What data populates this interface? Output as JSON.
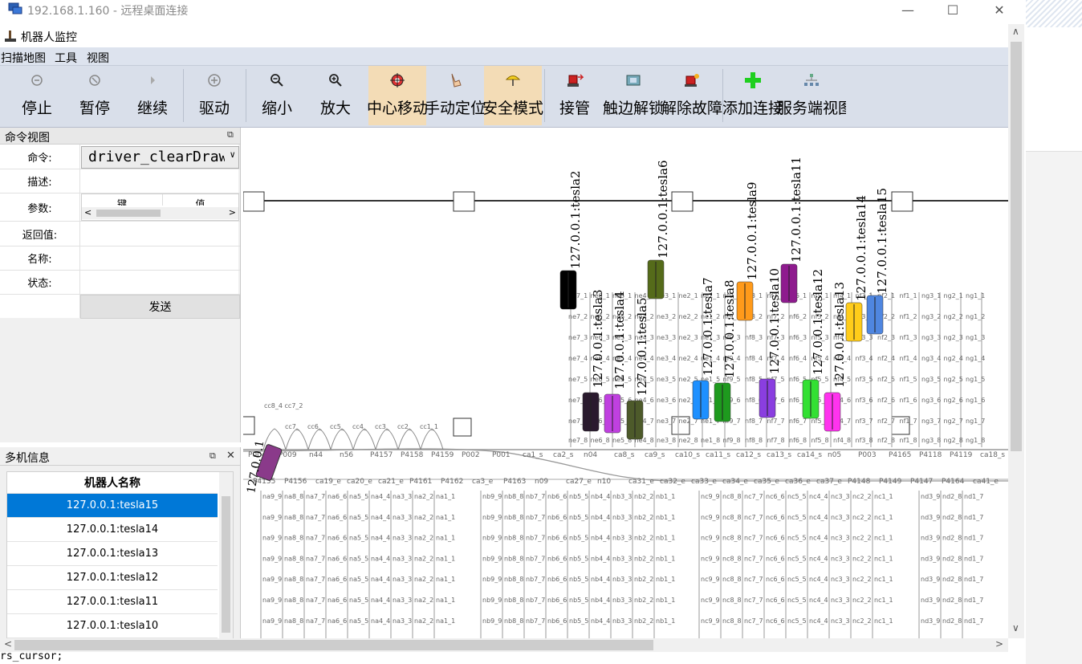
{
  "window": {
    "title": "192.168.1.160 - 远程桌面连接",
    "minimize": "—",
    "maximize": "☐",
    "close": "✕"
  },
  "app": {
    "title": "机器人监控"
  },
  "menu": [
    "扫描地图",
    "工具",
    "视图"
  ],
  "toolbar": [
    {
      "label": "停止",
      "icon": "stop-icon"
    },
    {
      "label": "暂停",
      "icon": "pause-icon"
    },
    {
      "label": "继续",
      "icon": "continue-icon"
    },
    {
      "label": "驱动",
      "icon": "drive-icon"
    },
    {
      "label": "缩小",
      "icon": "zoom-out-icon"
    },
    {
      "label": "放大",
      "icon": "zoom-in-icon"
    },
    {
      "label": "中心移动",
      "icon": "center-move-icon",
      "active": true
    },
    {
      "label": "手动定位",
      "icon": "manual-locate-icon"
    },
    {
      "label": "安全模式",
      "icon": "umbrella-icon",
      "active": true
    },
    {
      "label": "接管",
      "icon": "takeover-icon"
    },
    {
      "label": "触边解锁",
      "icon": "edge-unlock-icon"
    },
    {
      "label": "解除故障",
      "icon": "clear-fault-icon"
    },
    {
      "label": "添加连接",
      "icon": "add-connection-icon"
    },
    {
      "label": "服务端视图",
      "icon": "server-view-icon"
    }
  ],
  "command_panel": {
    "title": "命令视图",
    "fields": {
      "command": "命令:",
      "description": "描述:",
      "params": "参数:",
      "return": "返回值:",
      "name": "名称:",
      "status": "状态:"
    },
    "command_value": "driver_clearDraw",
    "param_headers": [
      "键",
      "值"
    ],
    "send": "发送"
  },
  "multi_panel": {
    "title": "多机信息",
    "column": "机器人名称",
    "robots": [
      "127.0.0.1:tesla15",
      "127.0.0.1:tesla14",
      "127.0.0.1:tesla13",
      "127.0.0.1:tesla12",
      "127.0.0.1:tesla11",
      "127.0.0.1:tesla10"
    ],
    "selected": "127.0.0.1:tesla15"
  },
  "map": {
    "robots": [
      {
        "label": "127.0.0.1:tesla2",
        "color": "#000000"
      },
      {
        "label": "127.0.0.1:tesla6",
        "color": "#556b1a"
      },
      {
        "label": "127.0.0.1:tesla9",
        "color": "#ff9a1a"
      },
      {
        "label": "127.0.0.1:tesla11",
        "color": "#8e1b8e"
      },
      {
        "label": "127.0.0.1:tesla14",
        "color": "#ffcc1a"
      },
      {
        "label": "127.0.0.1:tesla15",
        "color": "#4f86e0"
      },
      {
        "label": "127.0.0.1:tesla3",
        "color": "#2a1a2e"
      },
      {
        "label": "127.0.0.1:tesla4",
        "color": "#c040e0"
      },
      {
        "label": "127.0.0.1:tesla5",
        "color": "#4d5a2a"
      },
      {
        "label": "127.0.0.1:tesla7",
        "color": "#1e90ff"
      },
      {
        "label": "127.0.0.1:tesla8",
        "color": "#1e9a1e"
      },
      {
        "label": "127.0.0.1:tesla10",
        "color": "#8a3ee0"
      },
      {
        "label": "127.0.0.1:tesla12",
        "color": "#33e033"
      },
      {
        "label": "127.0.0.1:tesla13",
        "color": "#ff33ee"
      },
      {
        "label": "127.0.0.1",
        "color": "#8a3a8a"
      }
    ],
    "top_nodes": [
      "ne7_1",
      "ne6_1",
      "ne5_1",
      "ne4_1",
      "ne3_1",
      "ne2_1",
      "ne1_1",
      "nf9_1",
      "nf8_1",
      "nf7_1",
      "nf6_1",
      "nf5_1",
      "nf4_1",
      "nf3_1",
      "nf2_1",
      "nf1_1",
      "ng3_1",
      "ng2_1",
      "ng1_1"
    ],
    "road_labels": [
      "P004",
      "P009",
      "n44",
      "n56",
      "P4157",
      "P4158",
      "P4159",
      "P002",
      "P001",
      "ca1_s",
      "ca2_s",
      "n04",
      "ca8_s",
      "ca9_s",
      "ca10_s",
      "ca11_s",
      "ca12_s",
      "ca13_s",
      "ca14_s",
      "n05",
      "P003",
      "P4165",
      "P4118",
      "P4119",
      "ca18_s"
    ],
    "lower_labels": [
      "P4155",
      "P4156",
      "ca19_e",
      "ca20_e",
      "ca21_e",
      "P4161",
      "P4162",
      "ca3_e",
      "P4163",
      "n09",
      "ca27_e",
      "n10",
      "ca31_e",
      "ca32_e",
      "ca33_e",
      "ca34_e",
      "ca35_e",
      "ca36_e",
      "ca37_e",
      "P4148",
      "P4149",
      "P4147",
      "P4164",
      "ca41_e"
    ],
    "arc_labels": [
      "cc8_4",
      "cc7_2",
      "cc7_",
      "cc6_",
      "cc5_",
      "cc4_",
      "cc3_",
      "cc2_",
      "cc1_1"
    ],
    "grid_a": [
      "na9_",
      "na8_",
      "na7_",
      "na6_",
      "na5_",
      "na4_",
      "na3_",
      "na2_",
      "na1_"
    ],
    "grid_b": [
      "nb9_",
      "nb8_",
      "nb7_",
      "nb6_",
      "nb5_",
      "nb4_",
      "nb3_",
      "nb2_",
      "nb1_"
    ],
    "grid_c": [
      "nc9_",
      "nc8_",
      "nc7_",
      "nc6_",
      "nc5_",
      "nc4_",
      "nc3_",
      "nc2_",
      "nc1_"
    ],
    "grid_d": [
      "nd3_",
      "nd2_",
      "nd1_"
    ],
    "grid_g": [
      "ng3_",
      "ng2_",
      "ng1_"
    ]
  },
  "status": {
    "text": "rs_cursor;"
  }
}
